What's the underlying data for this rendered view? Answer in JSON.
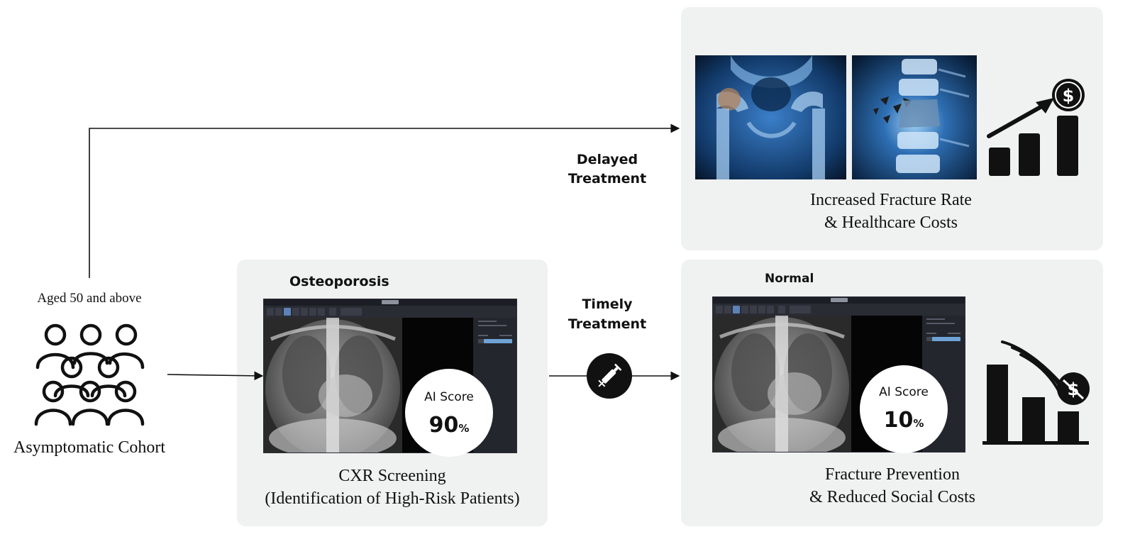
{
  "cohort": {
    "age_label": "Aged 50 and above",
    "cohort_label": "Asymptomatic Cohort"
  },
  "paths": {
    "delayed": [
      "Delayed",
      "Treatment"
    ],
    "timely": [
      "Timely",
      "Treatment"
    ]
  },
  "screening": {
    "diagnosis_label": "Osteoporosis",
    "ai_score_label": "AI Score",
    "ai_score_value": "90",
    "ai_score_unit": "%",
    "caption": [
      "CXR Screening",
      "(Identification of High-Risk Patients)"
    ]
  },
  "outcome_delayed": {
    "caption": [
      "Increased Fracture Rate",
      "& Healthcare Costs"
    ]
  },
  "outcome_timely": {
    "diagnosis_label": "Normal",
    "ai_score_label": "AI Score",
    "ai_score_value": "10",
    "ai_score_unit": "%",
    "caption": [
      "Fracture Prevention",
      "& Reduced Social Costs"
    ]
  },
  "colors": {
    "panel_bg": "#f0f1f1",
    "arrow": "#111111",
    "xray_blue": "#2d6fb8",
    "app_dark": "#22242c",
    "score_bar": "#6fa3d6"
  },
  "icons": [
    "people-group-icon",
    "syringe-icon",
    "rising-cost-chart-icon",
    "dollar-icon",
    "falling-cost-chart-icon"
  ]
}
